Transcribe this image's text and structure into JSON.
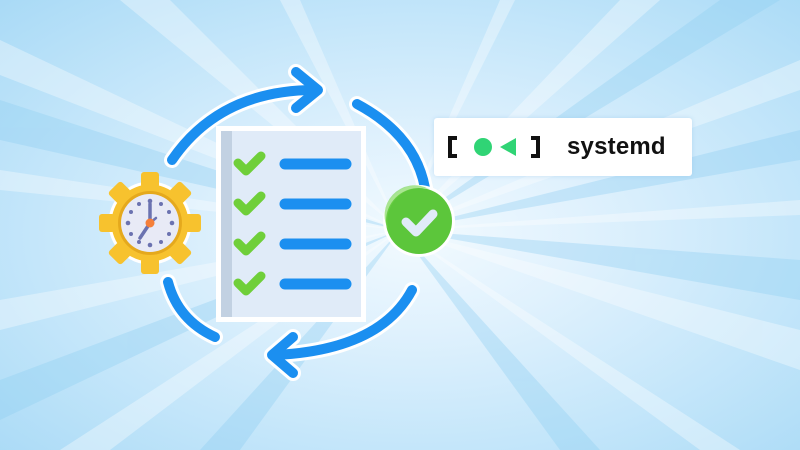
{
  "brand": {
    "name": "systemd",
    "logo": {
      "left_glyph": "[",
      "right_glyph": "]",
      "dot_color": "#30d475",
      "triangle_color": "#30d475"
    }
  },
  "illustration": {
    "icons": [
      "cycle-arrows-icon",
      "gear-clock-icon",
      "checklist-icon",
      "success-check-icon"
    ],
    "checklist_items": 4,
    "colors": {
      "arrow_blue": "#1b8ff0",
      "check_green": "#6fcf3a",
      "gear_yellow": "#f7c22e",
      "clock_hand_orange": "#f57f3a",
      "clock_face": "#e8eaf6",
      "clock_marks": "#6b72b0",
      "paper": "#e0ebf8",
      "paper_spine": "#c2d1e2",
      "success_green": "#5cc63b"
    }
  },
  "background": {
    "style": "sunburst",
    "center_color": "#f2faff",
    "edge_color": "#a9daf6"
  }
}
